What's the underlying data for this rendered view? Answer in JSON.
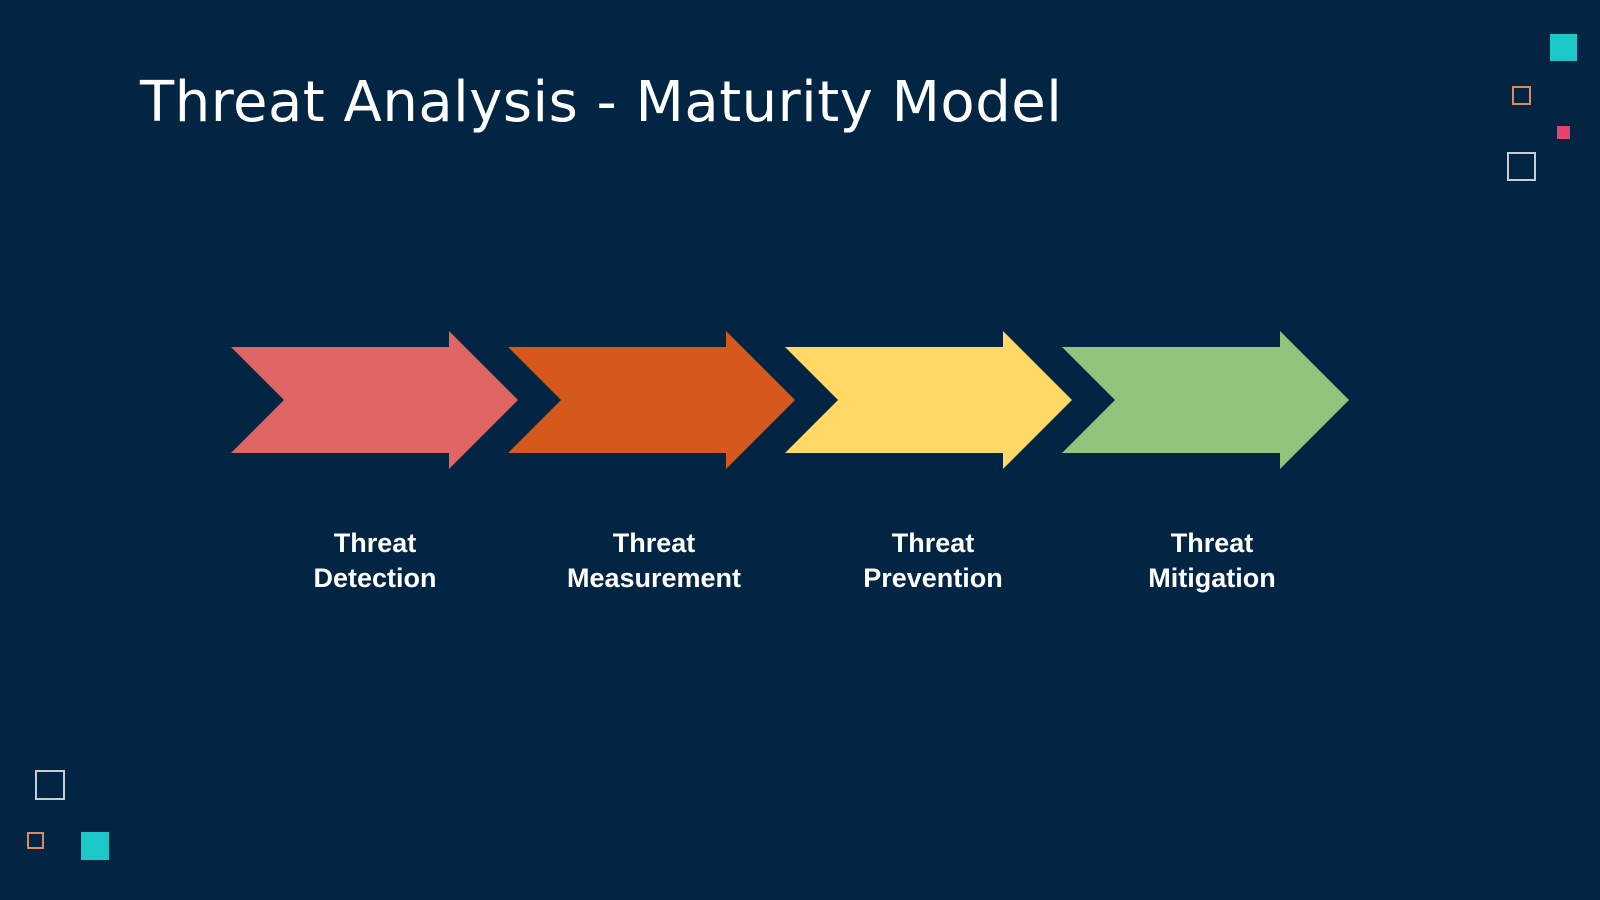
{
  "slide": {
    "title": "Threat Analysis - Maturity Model"
  },
  "stages": [
    {
      "line1": "Threat",
      "line2": "Detection",
      "color": "#E06666"
    },
    {
      "line1": "Threat",
      "line2": "Measurement",
      "color": "#D5581C"
    },
    {
      "line1": "Threat",
      "line2": "Prevention",
      "color": "#FFD966"
    },
    {
      "line1": "Threat",
      "line2": "Mitigation",
      "color": "#93C47D"
    }
  ],
  "theme": {
    "background": "#022543",
    "accent_teal": "#1CC7C7",
    "accent_pink": "#E8436E",
    "accent_orange": "#E08A5C",
    "outline_gray": "#C8CCD4"
  },
  "decorations": [
    {
      "name": "teal-square-icon"
    },
    {
      "name": "orange-outline-square-icon"
    },
    {
      "name": "pink-square-icon"
    },
    {
      "name": "gray-outline-square-icon"
    }
  ]
}
